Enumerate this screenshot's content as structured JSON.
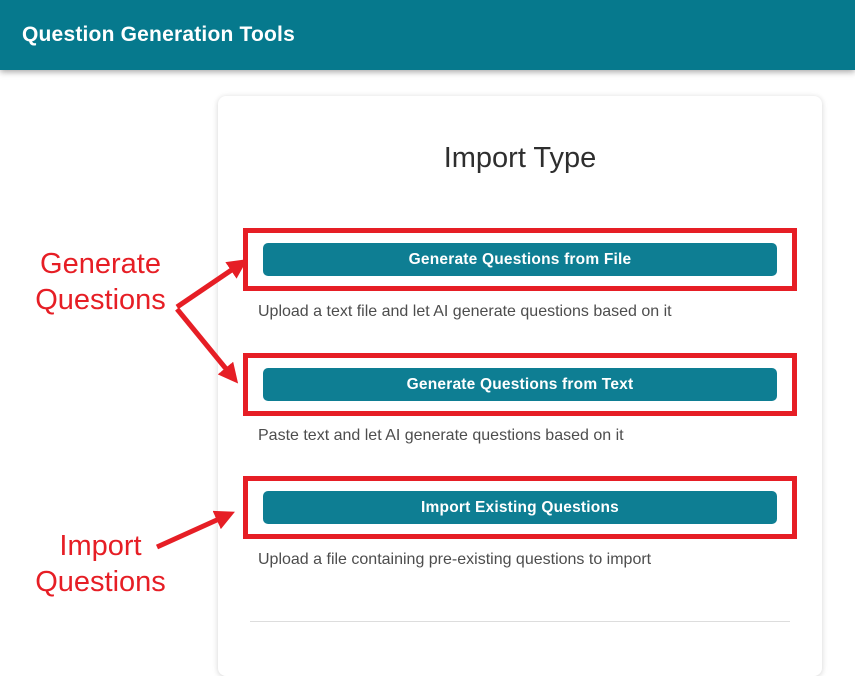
{
  "header": {
    "title": "Question Generation Tools"
  },
  "card": {
    "title": "Import Type",
    "options": [
      {
        "button": "Generate Questions from File",
        "description": "Upload a text file and let AI generate questions based on it"
      },
      {
        "button": "Generate Questions from Text",
        "description": "Paste text and let AI generate questions based on it"
      },
      {
        "button": "Import Existing Questions",
        "description": "Upload a file containing pre-existing questions to import"
      }
    ]
  },
  "annotations": {
    "generate_label": {
      "line1": "Generate",
      "line2": "Questions"
    },
    "import_label": {
      "line1": "Import",
      "line2": "Questions"
    }
  },
  "colors": {
    "header_teal": "#06798d",
    "button_teal": "#0e7e93",
    "annotation_red": "#e61e25"
  }
}
